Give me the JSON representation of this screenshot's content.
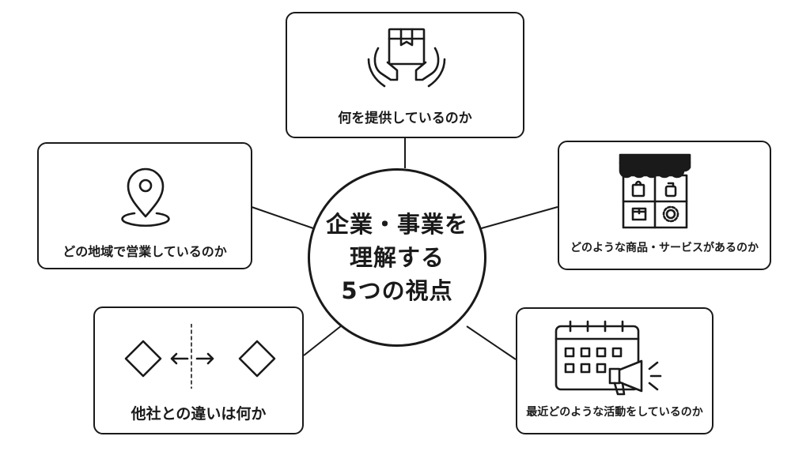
{
  "center": {
    "lines": [
      "企業・事業を",
      "理解する",
      "5つの視点"
    ]
  },
  "cards": {
    "offerings": {
      "label": "何を提供しているのか",
      "icon": "hands-holding-box-icon"
    },
    "products": {
      "label": "どのような商品・サービスがあるのか",
      "icon": "storefront-icon"
    },
    "region": {
      "label": "どの地域で営業しているのか",
      "icon": "map-pin-icon"
    },
    "competitors": {
      "label": "他社との違いは何か",
      "icon": "compare-diamonds-icon"
    },
    "activities": {
      "label": "最近どのような活動をしているのか",
      "icon": "calendar-megaphone-icon"
    }
  },
  "colors": {
    "stroke": "#1a1a1a",
    "background": "#ffffff"
  }
}
